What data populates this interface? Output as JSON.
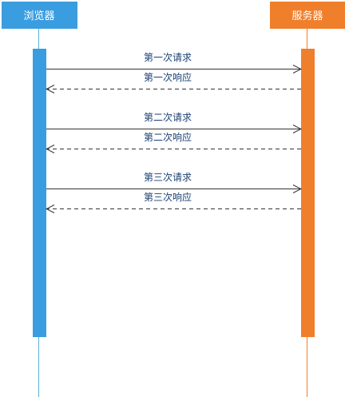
{
  "participants": {
    "browser": {
      "label": "浏览器",
      "color": "#3a9de0"
    },
    "server": {
      "label": "服务器",
      "color": "#f07f2c"
    }
  },
  "lifeline_color": "#5bb3d6",
  "arrow_color": "#333333",
  "label_color": "#1a3f73",
  "messages": [
    {
      "label": "第一次请求",
      "direction": "browser-to-server",
      "style": "solid"
    },
    {
      "label": "第一次响应",
      "direction": "server-to-browser",
      "style": "dashed"
    },
    {
      "label": "第二次请求",
      "direction": "browser-to-server",
      "style": "solid"
    },
    {
      "label": "第二次响应",
      "direction": "server-to-browser",
      "style": "dashed"
    },
    {
      "label": "第三次请求",
      "direction": "browser-to-server",
      "style": "solid"
    },
    {
      "label": "第三次响应",
      "direction": "server-to-browser",
      "style": "dashed"
    }
  ]
}
